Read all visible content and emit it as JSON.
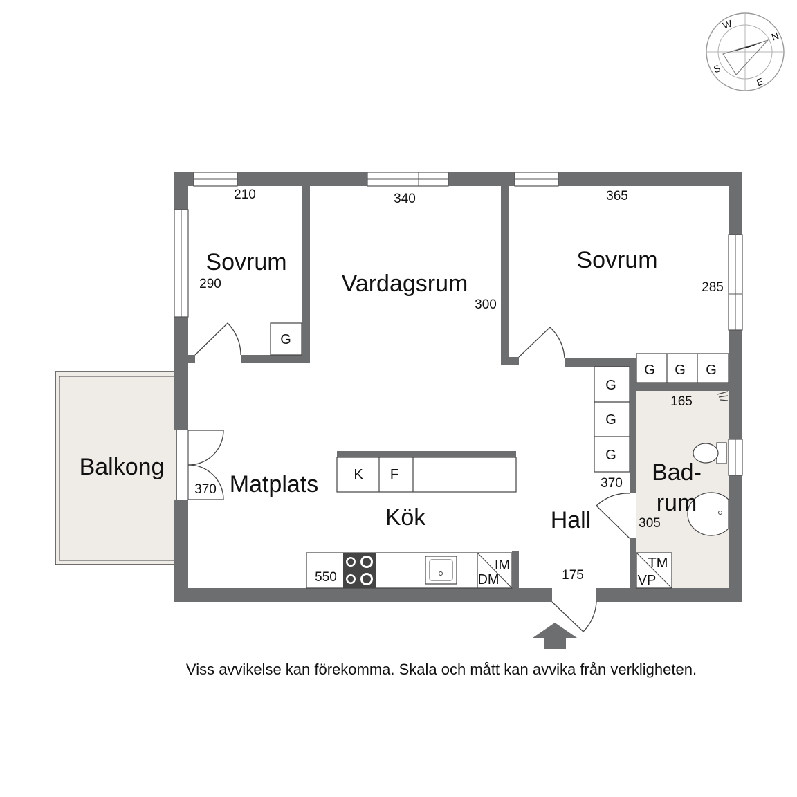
{
  "colors": {
    "wall": "#6d6e70",
    "wet_room": "#efebe7",
    "balcony": "#efebe7",
    "fixture_stroke": "#444444",
    "stove": "#444444"
  },
  "compass": {
    "n": "N",
    "e": "E",
    "s": "S",
    "w": "W"
  },
  "rooms": {
    "sovrum_left": "Sovrum",
    "vardagsrum": "Vardagsrum",
    "sovrum_right": "Sovrum",
    "balkong": "Balkong",
    "matplats": "Matplats",
    "kok": "Kök",
    "hall": "Hall",
    "badrum_line1": "Bad-",
    "badrum_line2": "rum"
  },
  "dimensions": {
    "sovrum_left_width": "210",
    "sovrum_left_depth": "290",
    "vardagsrum_width": "340",
    "vardagsrum_depth": "300",
    "sovrum_right_width": "365",
    "sovrum_right_depth": "285",
    "matplats": "370",
    "kok": "550",
    "hall_depth": "370",
    "hall_width": "175",
    "badrum_width": "165",
    "badrum_depth": "305"
  },
  "symbols": {
    "wardrobe": "G",
    "fridge": "K",
    "freezer": "F",
    "dishwasher": "DM",
    "microwave": "IM",
    "washer": "TM",
    "water_heater": "VP"
  },
  "footer_note": "Viss avvikelse kan förekomma. Skala och mått kan avvika från verkligheten."
}
